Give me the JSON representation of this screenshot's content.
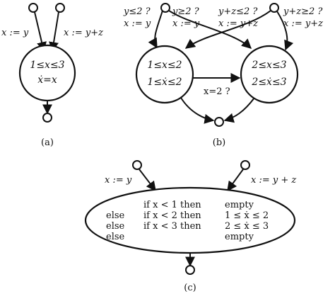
{
  "panel_a": {
    "edge_left": "x := y",
    "edge_right": "x := y+z",
    "state_line1": "1≤x≤3",
    "state_line2": "ẋ=x",
    "caption": "(a)"
  },
  "panel_b": {
    "guard_left": "y≤2 ?",
    "guard_left_assign": "x := y",
    "guard_mid1": "y≥2 ?",
    "guard_mid1_assign": "x := y",
    "guard_mid2": "y+z≤2 ?",
    "guard_mid2_assign": "x := y+z",
    "guard_right": "y+z≥2 ?",
    "guard_right_assign": "x := y+z",
    "left_state_line1": "1≤x≤2",
    "left_state_line2": "1≤ẋ≤2",
    "right_state_line1": "2≤x≤3",
    "right_state_line2": "2≤ẋ≤3",
    "transition_label": "x=2 ?",
    "caption": "(b)"
  },
  "panel_c": {
    "edge_left": "x := y",
    "edge_right": "x := y + z",
    "rows": [
      {
        "prefix": "",
        "cond": "if x < 1 then",
        "result": "empty"
      },
      {
        "prefix": "else",
        "cond": "if x < 2 then",
        "result": "1 ≤ ẋ ≤ 2"
      },
      {
        "prefix": "else",
        "cond": "if x < 3 then",
        "result": "2 ≤ ẋ ≤ 3"
      },
      {
        "prefix": "else",
        "cond": "",
        "result": "empty"
      }
    ],
    "caption": "(c)"
  }
}
